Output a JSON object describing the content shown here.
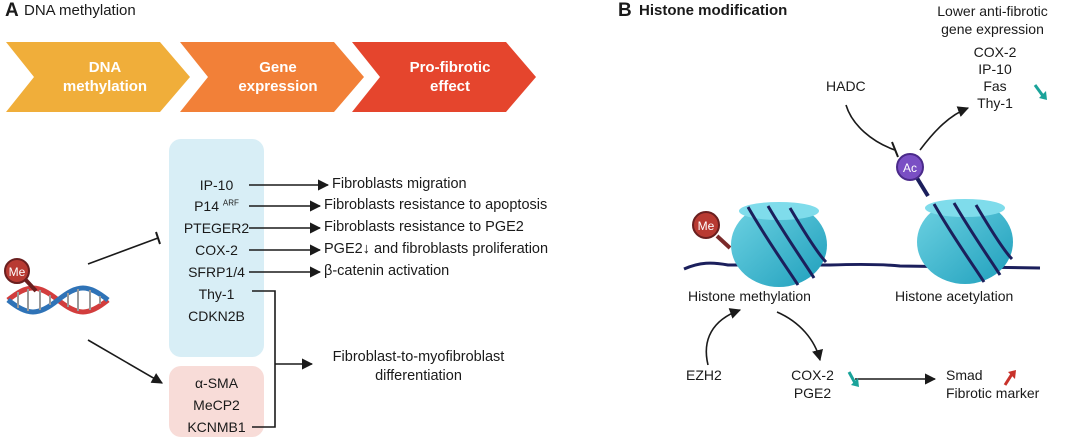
{
  "panel_a": {
    "letter": "A",
    "title": "DNA methylation",
    "flow": [
      {
        "line1": "DNA",
        "line2": "methylation",
        "color": "#f0ae3a"
      },
      {
        "line1": "Gene",
        "line2": "expression",
        "color": "#f28038"
      },
      {
        "line1": "Pro-fibrotic",
        "line2": "effect",
        "color": "#e5452d"
      }
    ],
    "genes_blue": [
      "IP-10",
      "P14",
      "PTEGER2",
      "COX-2",
      "SFRP1/4",
      "Thy-1",
      "CDKN2B"
    ],
    "p14_superscript": "ARF",
    "genes_pink": [
      "α-SMA",
      "MeCP2",
      "KCNMB1"
    ],
    "effects": [
      "Fibroblasts migration",
      "Fibroblasts resistance to  apoptosis",
      "Fibroblasts resistance to PGE2",
      "PGE2↓ and fibroblasts proliferation",
      "β-catenin activation"
    ],
    "differentiation_line1": "Fibroblast-to-myofibroblast",
    "differentiation_line2": "differentiation",
    "me_label": "Me"
  },
  "panel_b": {
    "letter": "B",
    "title": "Histone  modification",
    "lower_title_line1": "Lower anti-fibrotic",
    "lower_title_line2": "gene expression",
    "lower_genes": [
      "COX-2",
      "IP-10",
      "Fas",
      "Thy-1"
    ],
    "hadc": "HADC",
    "ac_label": "Ac",
    "me_label": "Me",
    "histone_methylation": "Histone methylation",
    "histone_acetylation": "Histone acetylation",
    "ezh2": "EZH2",
    "cox2_pge2": [
      "COX-2",
      "PGE2"
    ],
    "smad_line1": "Smad",
    "smad_line2": "Fibrotic marker"
  },
  "colors": {
    "teal_down": "#1aa39a",
    "red_up": "#c8322b",
    "me_red": "#b83a32",
    "ac_purple": "#7a4fc4",
    "nucleosome": "#37b8cf",
    "dna_navy": "#1b1f5c"
  }
}
